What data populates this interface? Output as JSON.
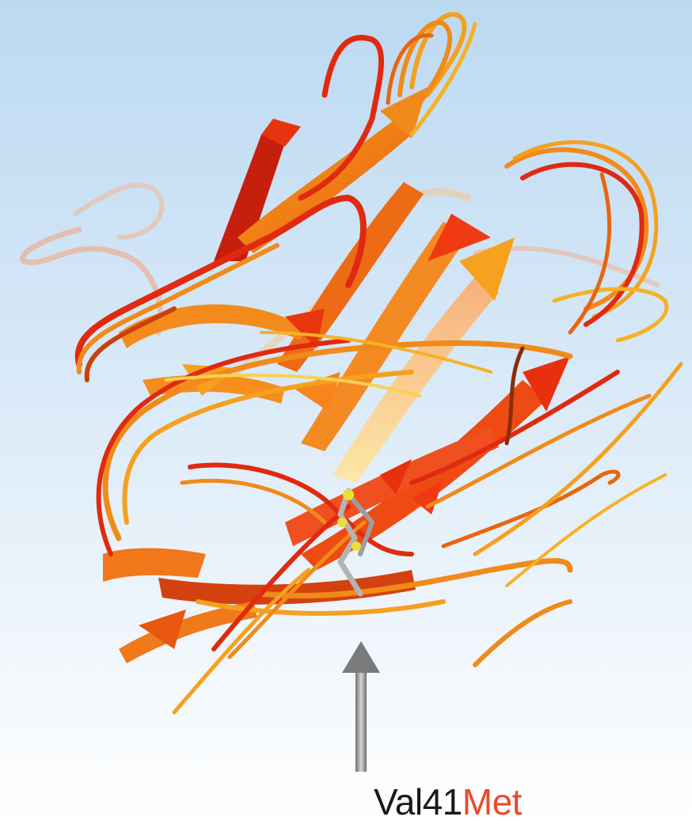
{
  "annotation": {
    "residue": "Val41",
    "mutation": "Met",
    "residue_color": "#1a1a1a",
    "mutation_color": "#ea4a2a"
  },
  "structure": {
    "type": "protein ribbon cartoon (beta-sandwich, superposed models)",
    "colors": [
      "#e8260f",
      "#f05a10",
      "#f7871a",
      "#f9a51e",
      "#c8410c",
      "#fbd050"
    ],
    "highlighted_side_chain_colors": [
      "#b4b4b4",
      "#e8e03a"
    ]
  },
  "arrow": {
    "color": "#8a8a8a",
    "direction": "up"
  }
}
